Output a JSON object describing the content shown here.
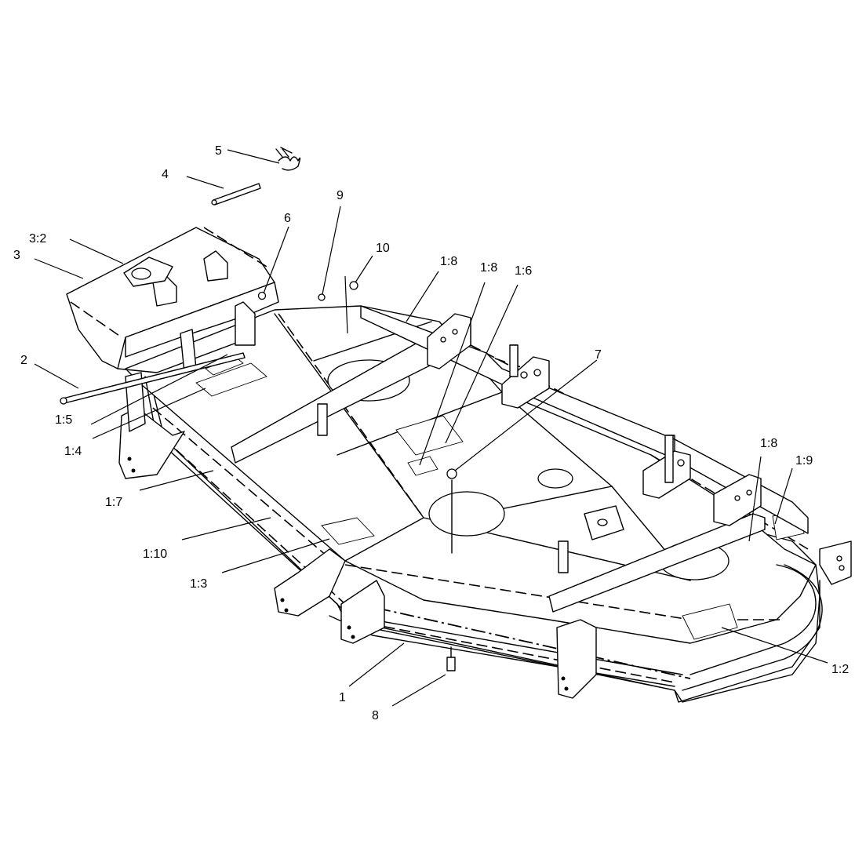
{
  "callouts": {
    "c1": "1",
    "c2": "2",
    "c3": "3",
    "c3_2": "3:2",
    "c4": "4",
    "c5": "5",
    "c6": "6",
    "c7": "7",
    "c8": "8",
    "c9": "9",
    "c10": "10",
    "c1_2": "1:2",
    "c1_3": "1:3",
    "c1_4": "1:4",
    "c1_5": "1:5",
    "c1_6": "1:6",
    "c1_7": "1:7",
    "c1_8a": "1:8",
    "c1_8b": "1:8",
    "c1_8c": "1:8",
    "c1_9": "1:9",
    "c1_10": "1:10"
  },
  "colors": {
    "line": "#000000",
    "background": "#ffffff"
  }
}
